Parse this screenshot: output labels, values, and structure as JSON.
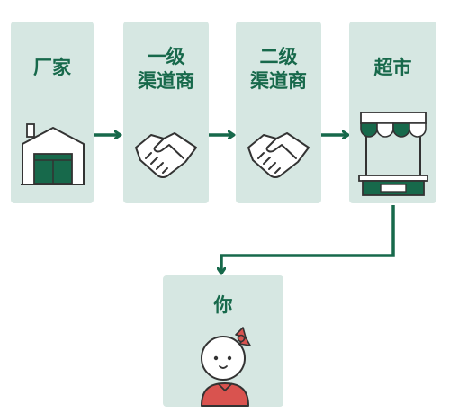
{
  "nodes": [
    {
      "id": "factory",
      "lines": [
        "厂家"
      ],
      "icon": "factory-icon"
    },
    {
      "id": "distributor-1",
      "lines": [
        "一级",
        "渠道商"
      ],
      "icon": "handshake-icon"
    },
    {
      "id": "distributor-2",
      "lines": [
        "二级",
        "渠道商"
      ],
      "icon": "handshake-icon"
    },
    {
      "id": "supermarket",
      "lines": [
        "超市"
      ],
      "icon": "market-stall-icon"
    },
    {
      "id": "you",
      "lines": [
        "你"
      ],
      "icon": "girl-avatar-icon"
    }
  ],
  "edges": [
    {
      "from": "factory",
      "to": "distributor-1"
    },
    {
      "from": "distributor-1",
      "to": "distributor-2"
    },
    {
      "from": "distributor-2",
      "to": "supermarket"
    },
    {
      "from": "supermarket",
      "to": "you"
    }
  ],
  "colors": {
    "box": "#d6e7e2",
    "accent": "#17694b",
    "outline": "#333333",
    "girl_dress": "#d9534f"
  }
}
